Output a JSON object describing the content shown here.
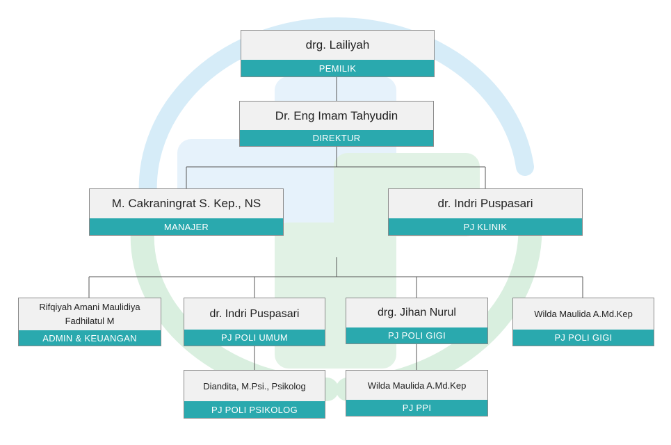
{
  "nodes": {
    "owner": {
      "name": "drg. Lailiyah",
      "role": "PEMILIK"
    },
    "director": {
      "name": "Dr. Eng Imam Tahyudin",
      "role": "DIREKTUR"
    },
    "manager": {
      "name": "M. Cakraningrat S. Kep., NS",
      "role": "MANAJER"
    },
    "pj_klinik": {
      "name": "dr. Indri Puspasari",
      "role": "PJ KLINIK"
    },
    "admin": {
      "name": "Rifqiyah Amani Maulidiya Fadhilatul M",
      "role": "ADMIN & KEUANGAN"
    },
    "poli_umum": {
      "name": "dr. Indri Puspasari",
      "role": "PJ POLI UMUM"
    },
    "poli_gigi_1": {
      "name": "drg. Jihan Nurul",
      "role": "PJ POLI GIGI"
    },
    "poli_gigi_2": {
      "name": "Wilda Maulida A.Md.Kep",
      "role": "PJ POLI GIGI"
    },
    "psikolog": {
      "name": "Diandita, M.Psi., Psikolog",
      "role": "PJ POLI PSIKOLOG"
    },
    "ppi": {
      "name": "Wilda Maulida A.Md.Kep",
      "role": "PJ PPI"
    }
  },
  "colors": {
    "accent": "#2aa9ae",
    "box": "#f1f1f1",
    "watermark_blue": "#cde6f6",
    "watermark_green": "#d6eedc"
  }
}
